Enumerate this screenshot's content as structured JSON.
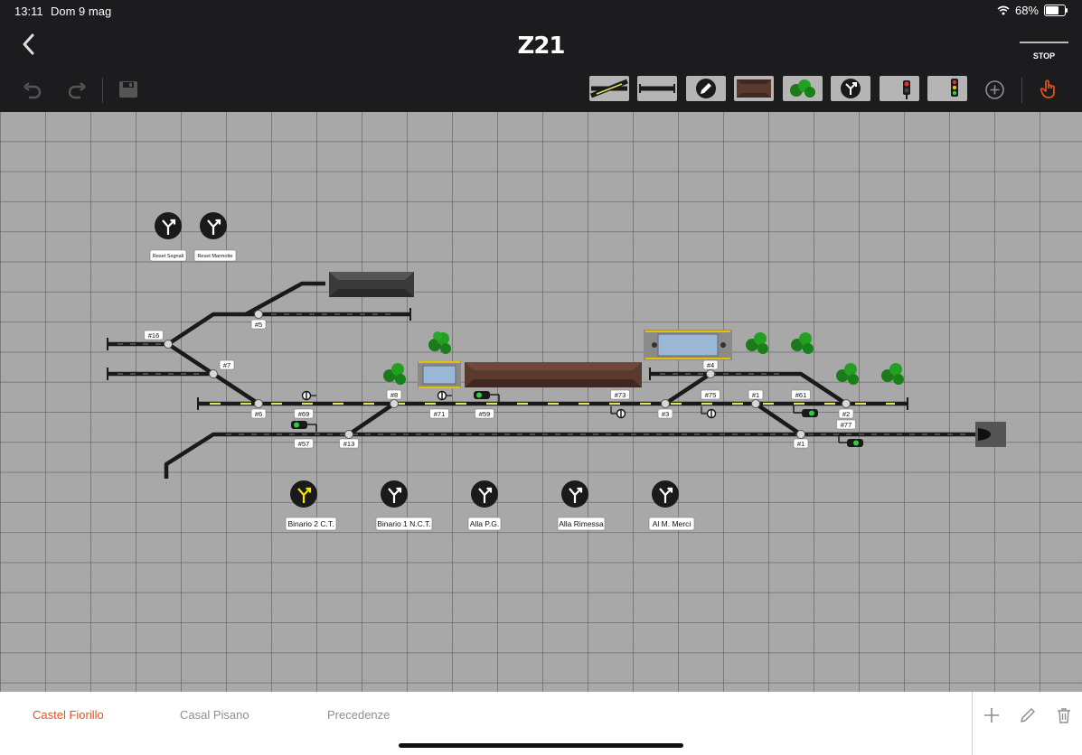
{
  "status": {
    "time": "13:11",
    "date": "Dom 9 mag",
    "battery": "68%",
    "battery_level": 0.68
  },
  "app": {
    "title": "Z21",
    "stop_label": "STOP"
  },
  "tabs": [
    {
      "label": "Castel Fiorillo",
      "active": true
    },
    {
      "label": "Casal Pisano",
      "active": false
    },
    {
      "label": "Precedenze",
      "active": false
    }
  ],
  "track_labels": [
    "#16",
    "#5",
    "#7",
    "#6",
    "#69",
    "#8",
    "#57",
    "#13",
    "#71",
    "#59",
    "#73",
    "#3",
    "#4",
    "#75",
    "#1",
    "#61",
    "#2",
    "#77",
    "#1"
  ],
  "route_buttons": [
    {
      "label": "Reset Segnali"
    },
    {
      "label": "Reset Marmotte"
    },
    {
      "label": "Binario 2 C.T."
    },
    {
      "label": "Binario 1 N.C.T."
    },
    {
      "label": "Alla P.G."
    },
    {
      "label": "Alla Rimessa"
    },
    {
      "label": "Al M.  Merci"
    }
  ],
  "colors": {
    "accent": "#e8501e",
    "track": "#1a1a1a",
    "platform_yellow": "#e5e35a",
    "signal_green": "#2ecc40",
    "active_route": "#f2e600"
  }
}
